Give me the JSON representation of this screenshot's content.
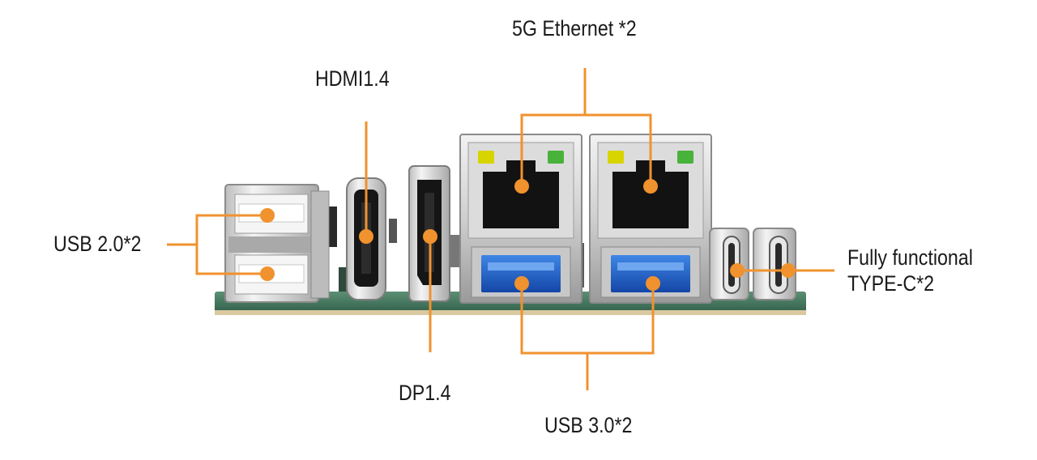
{
  "labels": {
    "ethernet": "5G Ethernet *2",
    "hdmi": "HDMI1.4",
    "usb2": "USB 2.0*2",
    "typec_line1": "Fully functional",
    "typec_line2": "TYPE-C*2",
    "dp": "DP1.4",
    "usb3": "USB 3.0*2"
  },
  "colors": {
    "callout": "#f0922e",
    "pcb": "#3f7a60",
    "metal": "#d4d4d4",
    "metal_dark": "#8e8e8e",
    "usb3_blue": "#1f63c8",
    "led_yellow": "#d8d400",
    "led_green": "#49b23a"
  }
}
